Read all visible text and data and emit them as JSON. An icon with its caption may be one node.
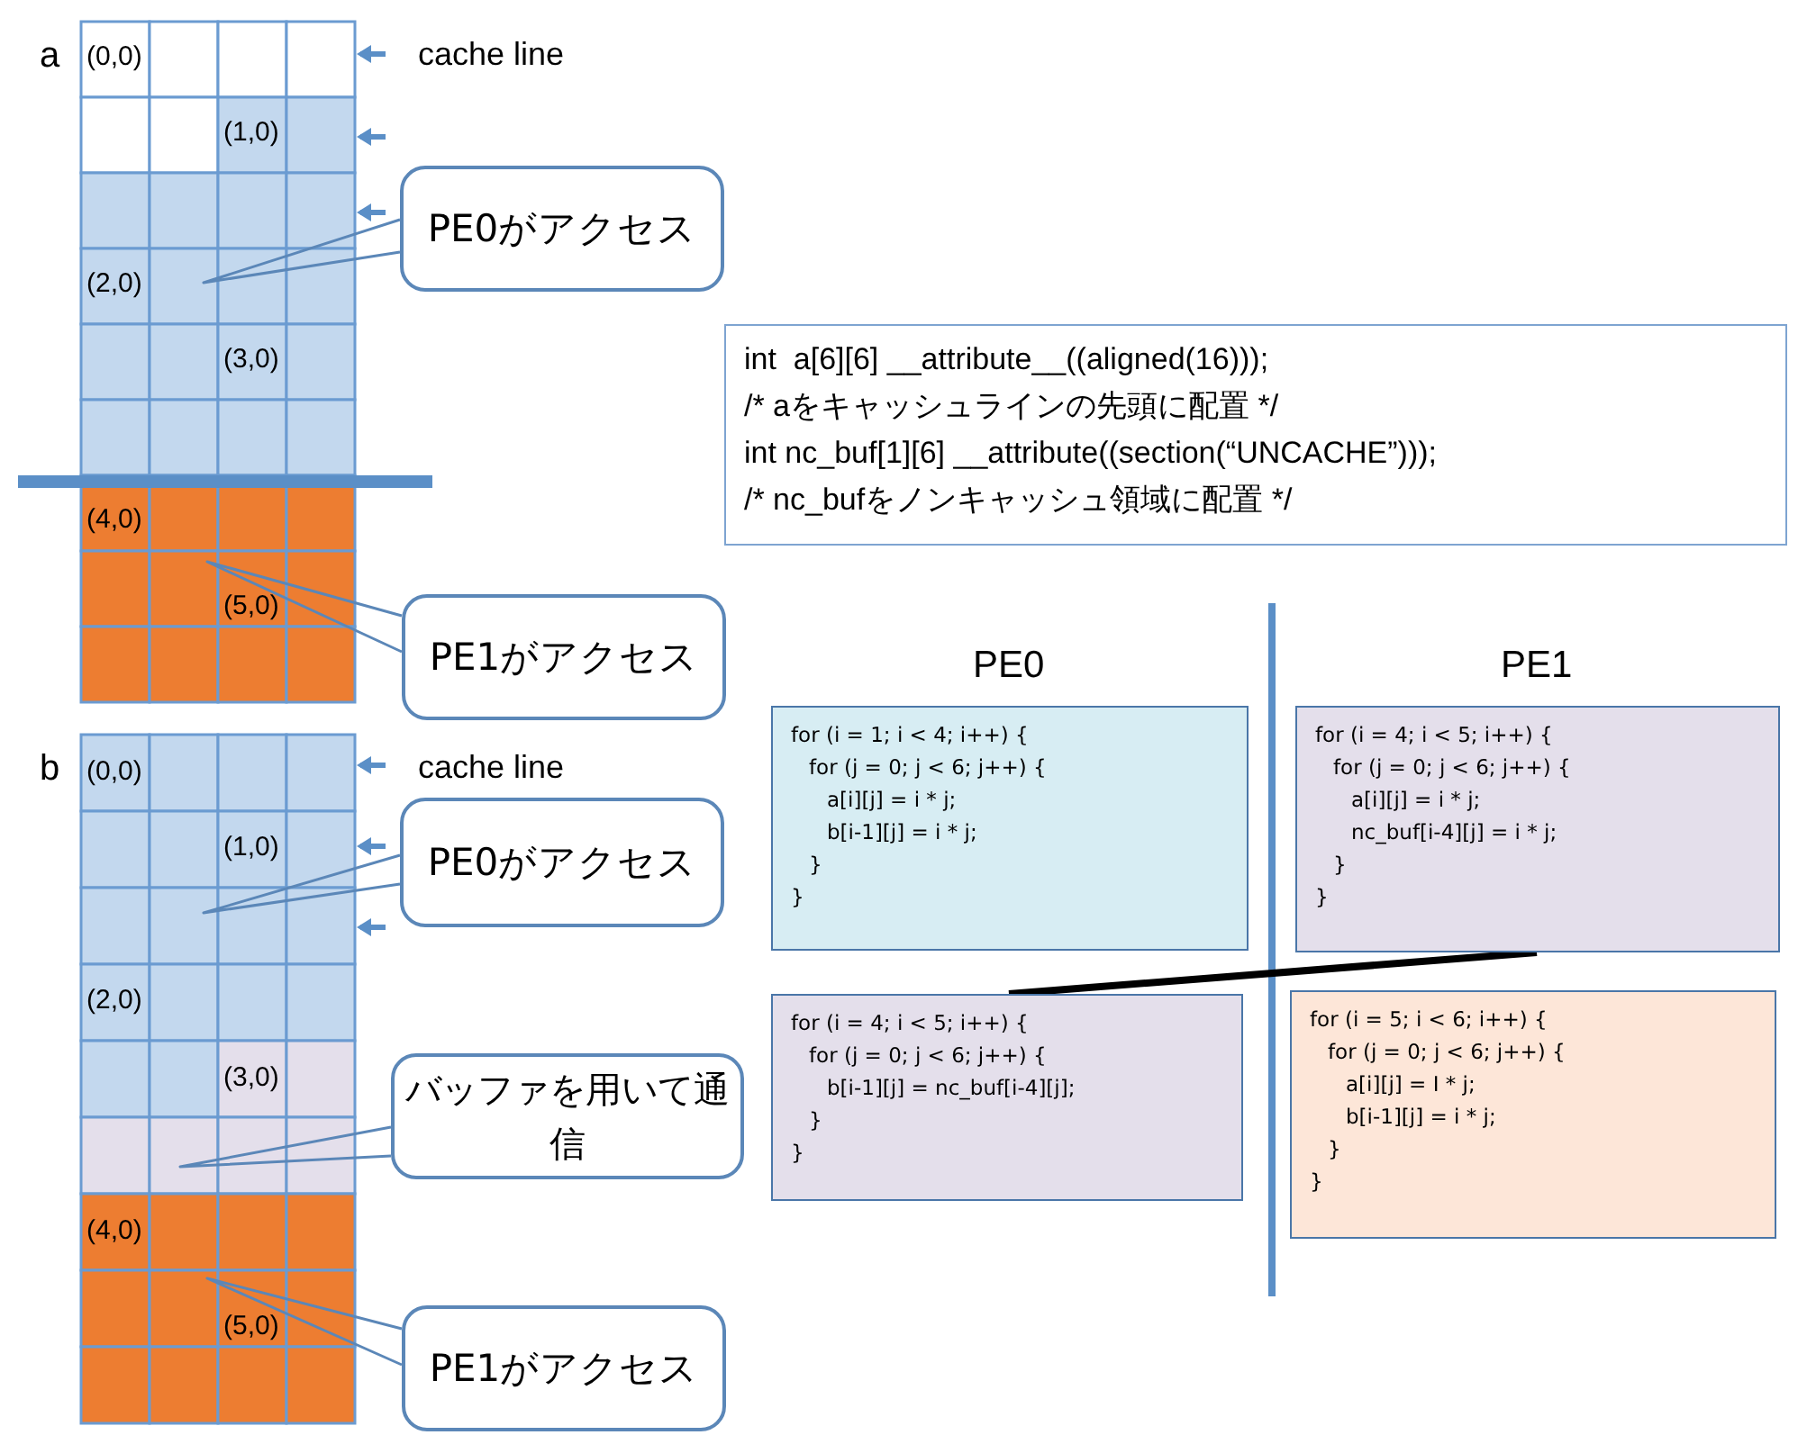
{
  "diagram": {
    "nodes": [
      {
        "text": [
          "PE0がアクセス"
        ]
      },
      {
        "text": [
          "int  a[6][6] __attribute__((aligned(16)));",
          "/* aをキャッシュラインの先頭に配置 */",
          "int nc_buf[1][6] __attribute((section(“UNCACHE”)));",
          "/* nc_bufをノンキャッシュ領域に配置 */"
        ]
      },
      {
        "text": [
          "PE1がアクセス"
        ]
      },
      {
        "text": [
          "for (i = 1; i < 4; i++) {",
          "for (j = 0; j < 6; j++) {",
          "a[i][j] = i * j;",
          "b[i-1][j] = i * j;",
          "}",
          "}"
        ]
      },
      {
        "text": [
          "for (i = 4; i < 5; i++) {",
          "for (j = 0; j < 6; j++) {",
          "a[i][j] = i * j;",
          "nc_buf[i-4][j] = i * j;",
          "}",
          "}"
        ]
      },
      {
        "text": [
          "PE0がアクセス"
        ]
      },
      {
        "text": [
          "for (i = 4; i < 5; i++) {",
          "for (j = 0; j < 6; j++) {",
          "b[i-1][j] = nc_buf[i-4][j];",
          "}",
          "}"
        ]
      },
      {
        "text": [
          "for (i = 5; i < 6; i++) {",
          "for (j = 0; j < 6; j++) {",
          "a[i][j] = I * j;",
          "b[i-1][j] = i * j;",
          "}",
          "}"
        ]
      },
      {
        "text": [
          "バッファを用いて通信"
        ]
      },
      {
        "text": [
          "PE1がアクセス"
        ]
      }
    ],
    "edges": [
      {
        "from": 0,
        "to": null,
        "arrow": "none"
      },
      {
        "from": 2,
        "to": null,
        "arrow": "none"
      },
      {
        "from": 5,
        "to": null,
        "arrow": "none"
      },
      {
        "from": 8,
        "to": null,
        "arrow": "none"
      },
      {
        "from": 9,
        "to": null,
        "arrow": "none"
      },
      {
        "from": 4,
        "to": 6,
        "arrow": "none",
        "style": "thick",
        "color": "#000000"
      }
    ],
    "labels": [
      "a",
      "(0,0)",
      "cache line",
      "(1,0)",
      "(2,0)",
      "(3,0)",
      "(4,0)",
      "(5,0)",
      "PE0",
      "PE1",
      "b",
      "(0,0)",
      "cache line",
      "(1,0)",
      "(2,0)",
      "(3,0)",
      "(4,0)",
      "(5,0)"
    ]
  }
}
